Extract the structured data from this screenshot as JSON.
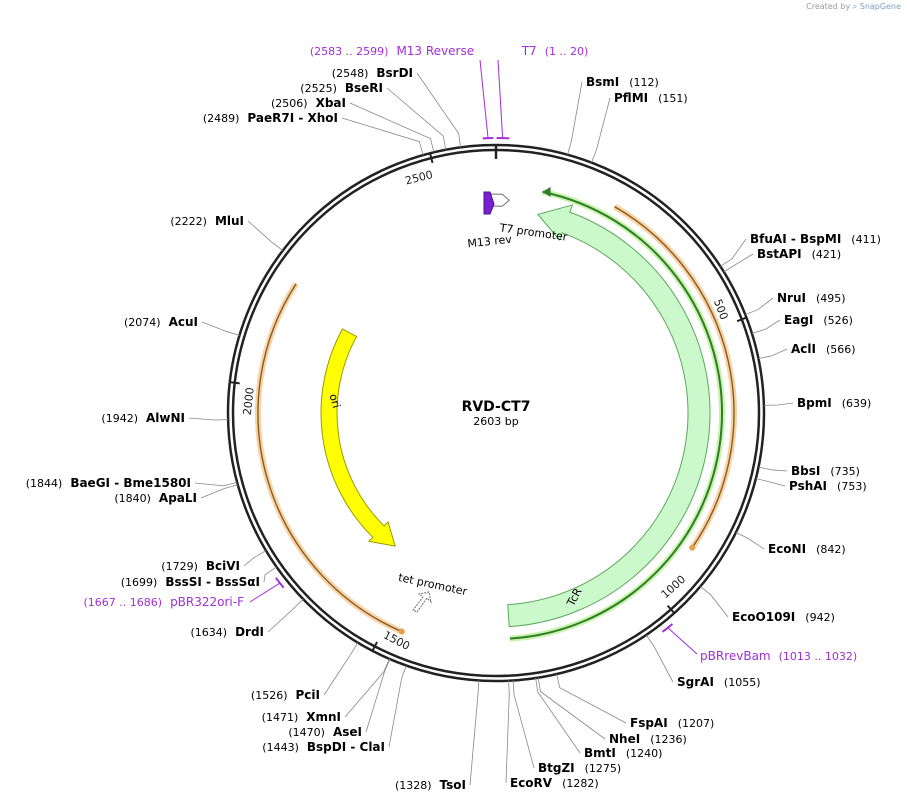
{
  "credit": {
    "prefix": "Created by",
    "brand": "SnapGene"
  },
  "plasmid": {
    "name": "RVD-CT7",
    "size_label": "2603 bp",
    "length": 2603
  },
  "ruler": [
    {
      "pos": 2500,
      "label": "2500"
    },
    {
      "pos": 500,
      "label": "500"
    },
    {
      "pos": 2000,
      "label": "2000"
    },
    {
      "pos": 1000,
      "label": "1000"
    },
    {
      "pos": 1500,
      "label": "1500"
    }
  ],
  "sites": [
    {
      "pos": 112,
      "name": "BsmI",
      "num": "(112)"
    },
    {
      "pos": 151,
      "name": "PflMI",
      "num": "(151)"
    },
    {
      "pos": 411,
      "name": "BfuAI - BspMI",
      "num": "(411)"
    },
    {
      "pos": 421,
      "name": "BstAPI",
      "num": "(421)"
    },
    {
      "pos": 495,
      "name": "NruI",
      "num": "(495)"
    },
    {
      "pos": 526,
      "name": "EagI",
      "num": "(526)"
    },
    {
      "pos": 566,
      "name": "AclI",
      "num": "(566)"
    },
    {
      "pos": 639,
      "name": "BpmI",
      "num": "(639)"
    },
    {
      "pos": 735,
      "name": "BbsI",
      "num": "(735)"
    },
    {
      "pos": 753,
      "name": "PshAI",
      "num": "(753)"
    },
    {
      "pos": 842,
      "name": "EcoNI",
      "num": "(842)"
    },
    {
      "pos": 942,
      "name": "EcoO109I",
      "num": "(942)"
    },
    {
      "pos": 1055,
      "name": "SgrAI",
      "num": "(1055)"
    },
    {
      "pos": 1207,
      "name": "FspAI",
      "num": "(1207)"
    },
    {
      "pos": 1236,
      "name": "NheI",
      "num": "(1236)"
    },
    {
      "pos": 1240,
      "name": "BmtI",
      "num": "(1240)"
    },
    {
      "pos": 1275,
      "name": "BtgZI",
      "num": "(1275)"
    },
    {
      "pos": 1282,
      "name": "EcoRV",
      "num": "(1282)"
    },
    {
      "pos": 1328,
      "name": "TsoI",
      "num": "(1328)"
    },
    {
      "pos": 1443,
      "name": "BspDI - ClaI",
      "num": "(1443)"
    },
    {
      "pos": 1470,
      "name": "AseI",
      "num": "(1470)"
    },
    {
      "pos": 1471,
      "name": "XmnI",
      "num": "(1471)"
    },
    {
      "pos": 1526,
      "name": "PciI",
      "num": "(1526)"
    },
    {
      "pos": 1634,
      "name": "DrdI",
      "num": "(1634)"
    },
    {
      "pos": 1699,
      "name": "BssSI - BssSαI",
      "num": "(1699)"
    },
    {
      "pos": 1729,
      "name": "BciVI",
      "num": "(1729)"
    },
    {
      "pos": 1840,
      "name": "ApaLI",
      "num": "(1840)"
    },
    {
      "pos": 1844,
      "name": "BaeGI - Bme1580I",
      "num": "(1844)"
    },
    {
      "pos": 1942,
      "name": "AlwNI",
      "num": "(1942)"
    },
    {
      "pos": 2074,
      "name": "AcuI",
      "num": "(2074)"
    },
    {
      "pos": 2222,
      "name": "MluI",
      "num": "(2222)"
    },
    {
      "pos": 2489,
      "name": "PaeR7I - XhoI",
      "num": "(2489)"
    },
    {
      "pos": 2506,
      "name": "XbaI",
      "num": "(2506)"
    },
    {
      "pos": 2525,
      "name": "BseRI",
      "num": "(2525)"
    },
    {
      "pos": 2548,
      "name": "BsrDI",
      "num": "(2548)"
    }
  ],
  "primers": [
    {
      "name": "M13 Reverse",
      "range": "(2583 .. 2599)",
      "start": 2583,
      "end": 2599,
      "color": "#a12fd6"
    },
    {
      "name": "T7",
      "range": "(1 .. 20)",
      "start": 1,
      "end": 20,
      "color": "#a12fd6"
    },
    {
      "name": "pBRrevBam",
      "range": "(1013 .. 1032)",
      "start": 1013,
      "end": 1032,
      "color": "#a12fd6"
    },
    {
      "name": "pBR322ori-F",
      "range": "(1667 .. 1686)",
      "start": 1667,
      "end": 1686,
      "color": "#a12fd6"
    }
  ],
  "features": [
    {
      "name": "TcR",
      "type": "gene",
      "start": 86,
      "end": 1276,
      "direction": "reverse",
      "fill": "#ccf9cc",
      "stroke": "#5aa85a"
    },
    {
      "name": "ori",
      "type": "rep_origin",
      "start": 1570,
      "end": 2160,
      "direction": "reverse",
      "fill": "#ffff00",
      "stroke": "#9a9a00"
    },
    {
      "name": "T7 promoter",
      "type": "promoter",
      "start": 2600,
      "end": 18,
      "direction": "forward",
      "fill": "#ffffff",
      "stroke": "#707070"
    },
    {
      "name": "M13 rev",
      "type": "primer_bind",
      "start": 2583,
      "end": 2599,
      "direction": "forward",
      "fill": "#7a1fcf",
      "stroke": "#4a0f8f"
    },
    {
      "name": "tet promoter",
      "type": "promoter",
      "start": 1425,
      "end": 1455,
      "direction": "reverse",
      "fill": "#ffffff",
      "stroke": "#707070"
    }
  ],
  "orfs": [
    {
      "start": 216,
      "end": 900,
      "direction": "forward",
      "color": "#e8a050"
    },
    {
      "start": 1470,
      "end": 2190,
      "direction": "reverse",
      "color": "#e8a050"
    }
  ],
  "tcr_frame": {
    "start": 86,
    "end": 1276,
    "color": "#2d7d2d"
  }
}
